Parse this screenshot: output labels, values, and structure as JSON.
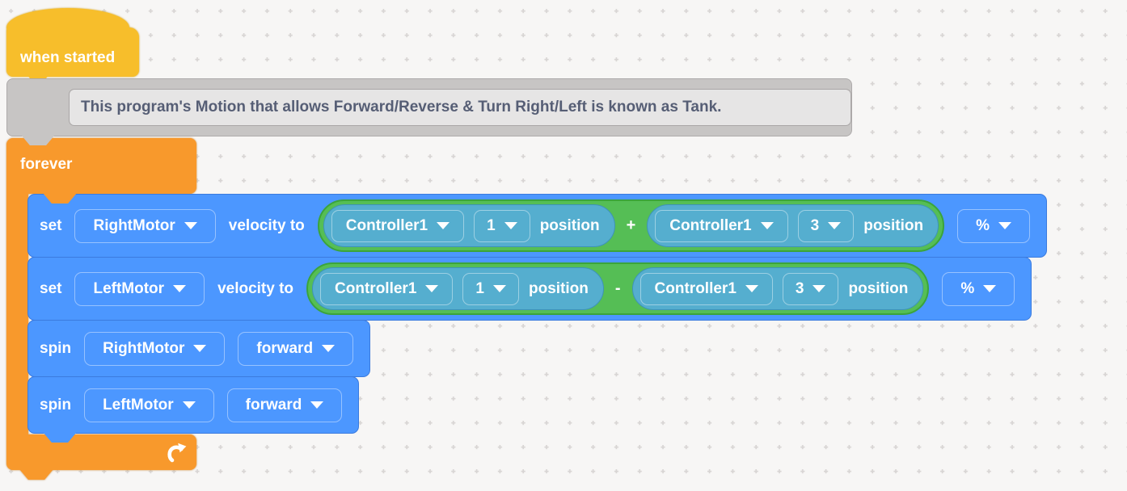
{
  "palette": {
    "canvas_bg": "#F7F6F5",
    "grid_dot": "#D8D5D4",
    "event_yellow": "#F7BE2B",
    "control_orange": "#F8992C",
    "motion_blue": "#4C97FF",
    "sensing_teal": "#55AECF",
    "operator_green": "#55BE55",
    "comment_gray": "#C7C5C4",
    "comment_inner": "#E6E5E5",
    "comment_text": "#565E75"
  },
  "blocks": {
    "when_started": {
      "label": "when started"
    },
    "comment": {
      "text": "This program's Motion that allows Forward/Reverse & Turn Right/Left is known as Tank."
    },
    "forever": {
      "label": "forever"
    },
    "set_right_velocity": {
      "opcode": "set",
      "motor": "RightMotor",
      "suffix": "velocity to",
      "operator": "+",
      "unit": "%",
      "arg1": {
        "device": "Controller1",
        "channel": "1",
        "property": "position"
      },
      "arg2": {
        "device": "Controller1",
        "channel": "3",
        "property": "position"
      }
    },
    "set_left_velocity": {
      "opcode": "set",
      "motor": "LeftMotor",
      "suffix": "velocity to",
      "operator": "-",
      "unit": "%",
      "arg1": {
        "device": "Controller1",
        "channel": "1",
        "property": "position"
      },
      "arg2": {
        "device": "Controller1",
        "channel": "3",
        "property": "position"
      }
    },
    "spin_right": {
      "opcode": "spin",
      "motor": "RightMotor",
      "direction": "forward"
    },
    "spin_left": {
      "opcode": "spin",
      "motor": "LeftMotor",
      "direction": "forward"
    }
  }
}
